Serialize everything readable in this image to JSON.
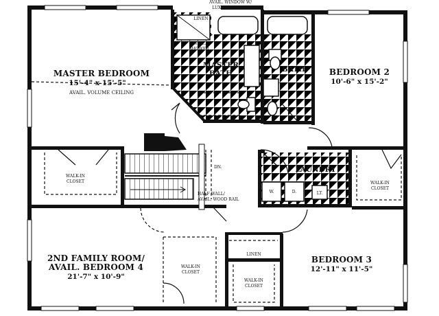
{
  "rooms": {
    "master_bedroom": {
      "name": "MASTER BEDROOM",
      "dims": "15'-4\" x 15'-5\"",
      "note": "AVAIL. VOLUME CEILING"
    },
    "master_bath": {
      "name_line1": "MASTER",
      "name_line2": "BATH"
    },
    "bath": {
      "name": "BATH"
    },
    "bedroom2": {
      "name": "BEDROOM 2",
      "dims": "10'-6\" x 15'-2\""
    },
    "family_room": {
      "name_line1": "2ND FAMILY ROOM/",
      "name_line2": "AVAIL. BEDROOM 4",
      "dims": "21'-7\" x 10'-9\""
    },
    "bedroom3": {
      "name": "BEDROOM 3",
      "dims": "12'-11\" x 11'-5\""
    },
    "laundry": {
      "name": "LAUNDRY",
      "washer": "W.",
      "dryer": "D.",
      "tub": "LT."
    }
  },
  "closets": {
    "walkin_master": {
      "line1": "WALK-IN",
      "line2": "CLOSET"
    },
    "walkin_bed2": {
      "line1": "WALK-IN",
      "line2": "CLOSET"
    },
    "walkin_family": {
      "line1": "WALK-IN",
      "line2": "CLOSET"
    },
    "walkin_bed3": {
      "line1": "WALK-IN",
      "line2": "CLOSET"
    },
    "linen_bath": "LINEN",
    "linen_hall": "LINEN"
  },
  "notes": {
    "window_line1": "AVAIL. WINDOW W/",
    "window_line2": "LUXURY BATH OPTION",
    "shower_line1": "AVAIL.",
    "shower_line2": "SHOWER",
    "stair_dn": "DN.",
    "half_wall_line1": "HALF WALL/",
    "half_wall_line2": "AVAIL. WOOD RAIL"
  }
}
